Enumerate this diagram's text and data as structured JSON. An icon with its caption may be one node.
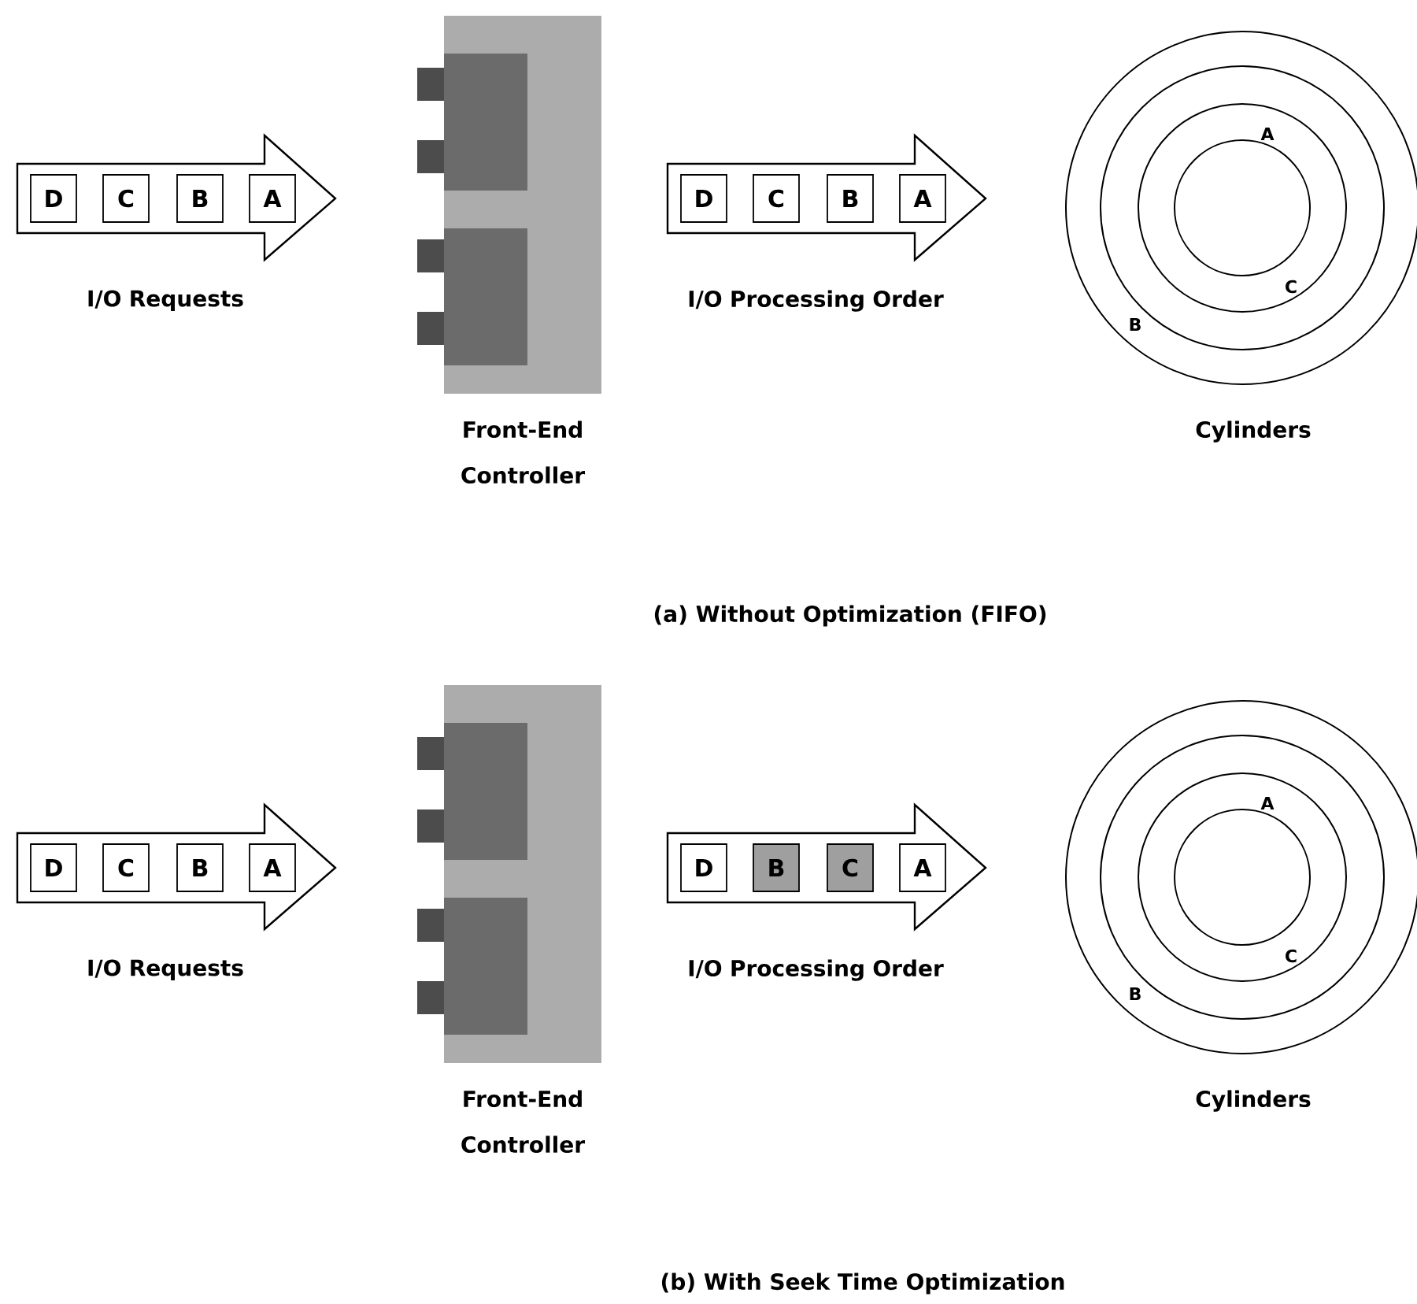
{
  "diagram": {
    "nodes": [
      {
        "text": [],
        "shape": "arrow",
        "beside": [
          "I/O Requests"
        ]
      },
      {
        "text": [
          "D"
        ],
        "in": 0
      },
      {
        "text": [
          "C"
        ],
        "in": 0
      },
      {
        "text": [
          "B"
        ],
        "in": 0
      },
      {
        "text": [
          "A"
        ],
        "in": 0
      },
      {
        "text": [],
        "shape": "picture",
        "beside": [
          "Front-End Controller"
        ]
      },
      {
        "text": [],
        "shape": "arrow",
        "beside": [
          "I/O Processing Order"
        ]
      },
      {
        "text": [
          "D"
        ],
        "in": 6
      },
      {
        "text": [
          "C"
        ],
        "in": 6
      },
      {
        "text": [
          "B"
        ],
        "in": 6
      },
      {
        "text": [
          "A"
        ],
        "in": 6
      },
      {
        "text": [],
        "shape": "circle",
        "beside": [
          "Cylinders"
        ]
      },
      {
        "text": [],
        "shape": "arrow",
        "beside": [
          "I/O Requests"
        ]
      },
      {
        "text": [
          "D"
        ],
        "in": 12
      },
      {
        "text": [
          "C"
        ],
        "in": 12
      },
      {
        "text": [
          "B"
        ],
        "in": 12
      },
      {
        "text": [
          "A"
        ],
        "in": 12
      },
      {
        "text": [],
        "shape": "picture",
        "beside": [
          "Front-End Controller"
        ]
      },
      {
        "text": [],
        "shape": "arrow",
        "beside": [
          "I/O Processing Order"
        ]
      },
      {
        "text": [
          "D"
        ],
        "in": 18
      },
      {
        "text": [
          "B"
        ],
        "in": 18
      },
      {
        "text": [
          "C"
        ],
        "in": 18
      },
      {
        "text": [
          "A"
        ],
        "in": 18
      },
      {
        "text": [],
        "shape": "circle",
        "beside": [
          "Cylinders"
        ]
      }
    ],
    "labels": [
      "A",
      "C",
      "B",
      "(a) Without Optimization (FIFO)",
      "A",
      "C",
      "B",
      "(b) With Seek Time Optimization"
    ]
  }
}
